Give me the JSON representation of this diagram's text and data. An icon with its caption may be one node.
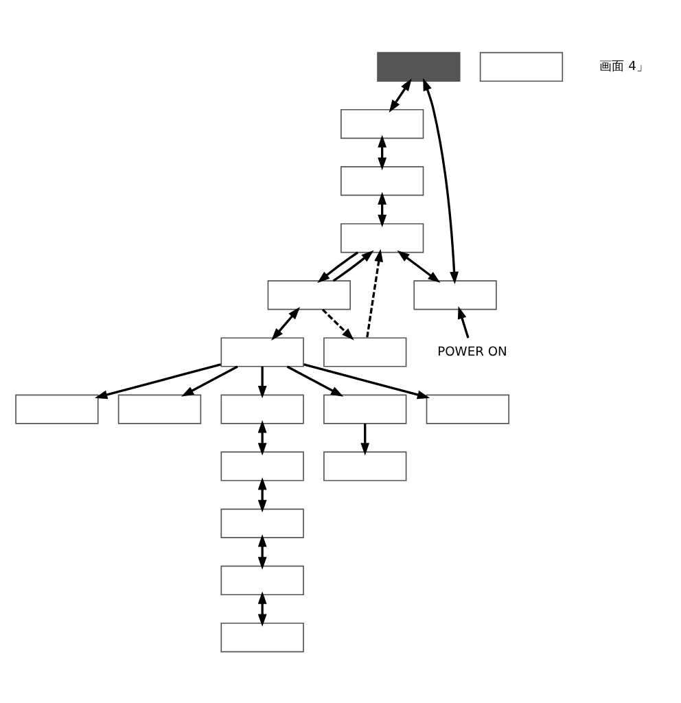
{
  "diagram": {
    "nodes": [
      {
        "text": [],
        "shape": "box"
      },
      {
        "text": [],
        "shape": "box"
      },
      {
        "text": [],
        "shape": "box"
      },
      {
        "text": [],
        "shape": "box"
      },
      {
        "text": [],
        "shape": "box"
      },
      {
        "text": [],
        "shape": "box"
      },
      {
        "text": [],
        "shape": "box"
      },
      {
        "text": [],
        "shape": "box"
      },
      {
        "text": [],
        "shape": "box"
      },
      {
        "text": [],
        "shape": "box"
      },
      {
        "text": [],
        "shape": "box"
      },
      {
        "text": [],
        "shape": "box"
      },
      {
        "text": [],
        "shape": "box"
      },
      {
        "text": [],
        "shape": "box"
      },
      {
        "text": [],
        "shape": "box"
      },
      {
        "text": [],
        "shape": "box"
      },
      {
        "text": [],
        "shape": "box"
      },
      {
        "text": [],
        "shape": "box"
      },
      {
        "text": [],
        "shape": "box"
      },
      {
        "text": [
          "POWER ON"
        ]
      }
    ],
    "edges": [
      {
        "from": 0,
        "to": 1,
        "arrow": "both"
      },
      {
        "from": 1,
        "to": 2,
        "arrow": "both"
      },
      {
        "from": 2,
        "to": 3,
        "arrow": "both"
      },
      {
        "from": 3,
        "to": 4,
        "arrow": "both"
      },
      {
        "from": 4,
        "to": 0,
        "arrow": "both"
      },
      {
        "from": 19,
        "to": 4,
        "arrow": "to"
      },
      {
        "from": 3,
        "to": 5,
        "arrow": "to"
      },
      {
        "from": 5,
        "to": 3,
        "arrow": "to"
      },
      {
        "from": 7,
        "to": 3,
        "arrow": "to",
        "style": "dashed"
      },
      {
        "from": 5,
        "to": 7,
        "arrow": "to",
        "style": "dashed"
      },
      {
        "from": 5,
        "to": 6,
        "arrow": "both"
      },
      {
        "from": 6,
        "to": 8,
        "arrow": "to"
      },
      {
        "from": 6,
        "to": 9,
        "arrow": "to"
      },
      {
        "from": 6,
        "to": 10,
        "arrow": "to"
      },
      {
        "from": 6,
        "to": 11,
        "arrow": "to"
      },
      {
        "from": 6,
        "to": 12,
        "arrow": "to"
      },
      {
        "from": 10,
        "to": 13,
        "arrow": "both"
      },
      {
        "from": 11,
        "to": 14,
        "arrow": "to"
      },
      {
        "from": 13,
        "to": 15,
        "arrow": "both"
      },
      {
        "from": 15,
        "to": 16,
        "arrow": "both"
      },
      {
        "from": 16,
        "to": 17,
        "arrow": "both"
      }
    ],
    "labels": [
      "画面 4」"
    ]
  }
}
